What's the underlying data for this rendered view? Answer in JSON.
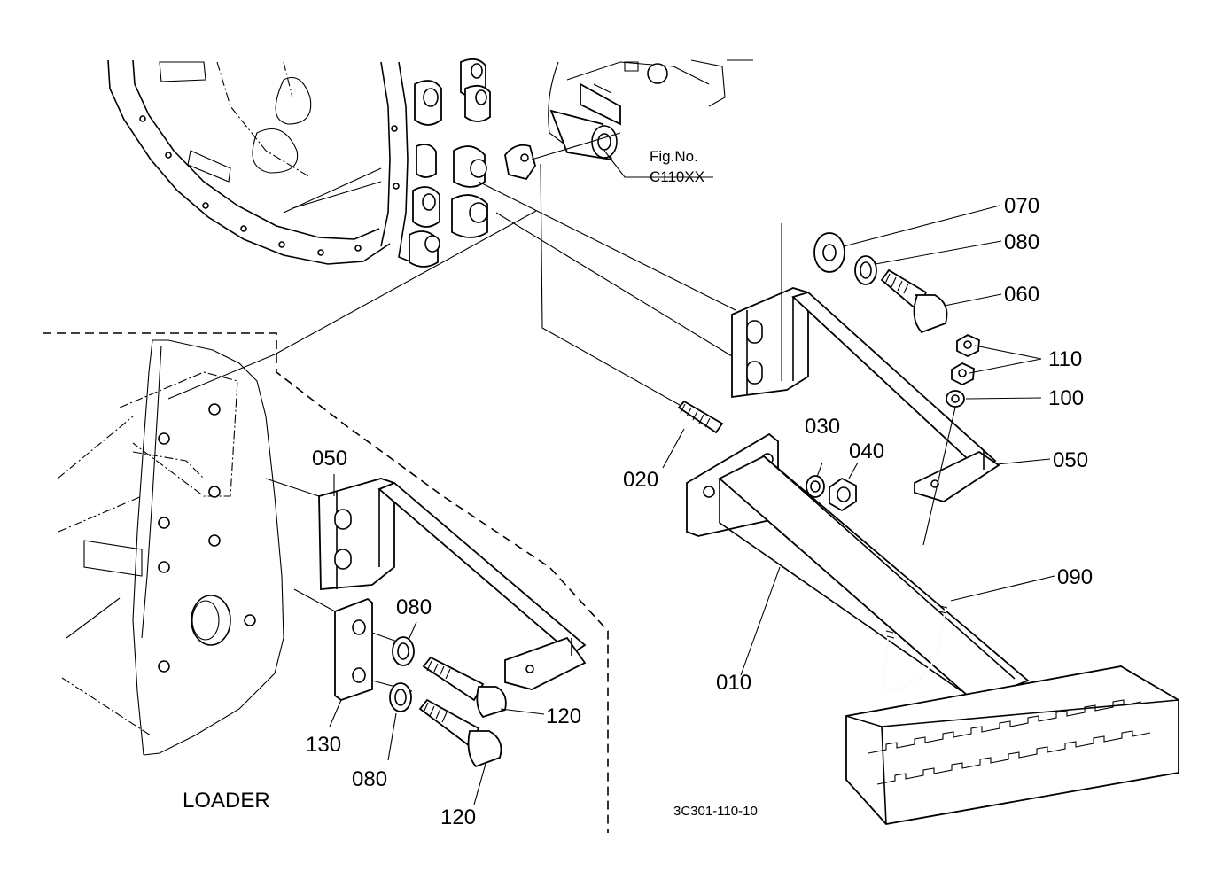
{
  "figure_ref": {
    "line1": "Fig.No.",
    "line2": "C110XX"
  },
  "section_label": "LOADER",
  "drawing_code": "3C301-110-10",
  "callouts": [
    {
      "id": "c-070",
      "text": "070"
    },
    {
      "id": "c-080a",
      "text": "080"
    },
    {
      "id": "c-060",
      "text": "060"
    },
    {
      "id": "c-110",
      "text": "110"
    },
    {
      "id": "c-100",
      "text": "100"
    },
    {
      "id": "c-050r",
      "text": "050"
    },
    {
      "id": "c-030",
      "text": "030"
    },
    {
      "id": "c-040",
      "text": "040"
    },
    {
      "id": "c-020",
      "text": "020"
    },
    {
      "id": "c-050l",
      "text": "050"
    },
    {
      "id": "c-080b",
      "text": "080"
    },
    {
      "id": "c-080c",
      "text": "080"
    },
    {
      "id": "c-120a",
      "text": "120"
    },
    {
      "id": "c-120b",
      "text": "120"
    },
    {
      "id": "c-130",
      "text": "130"
    },
    {
      "id": "c-010",
      "text": "010"
    },
    {
      "id": "c-090",
      "text": "090"
    }
  ]
}
